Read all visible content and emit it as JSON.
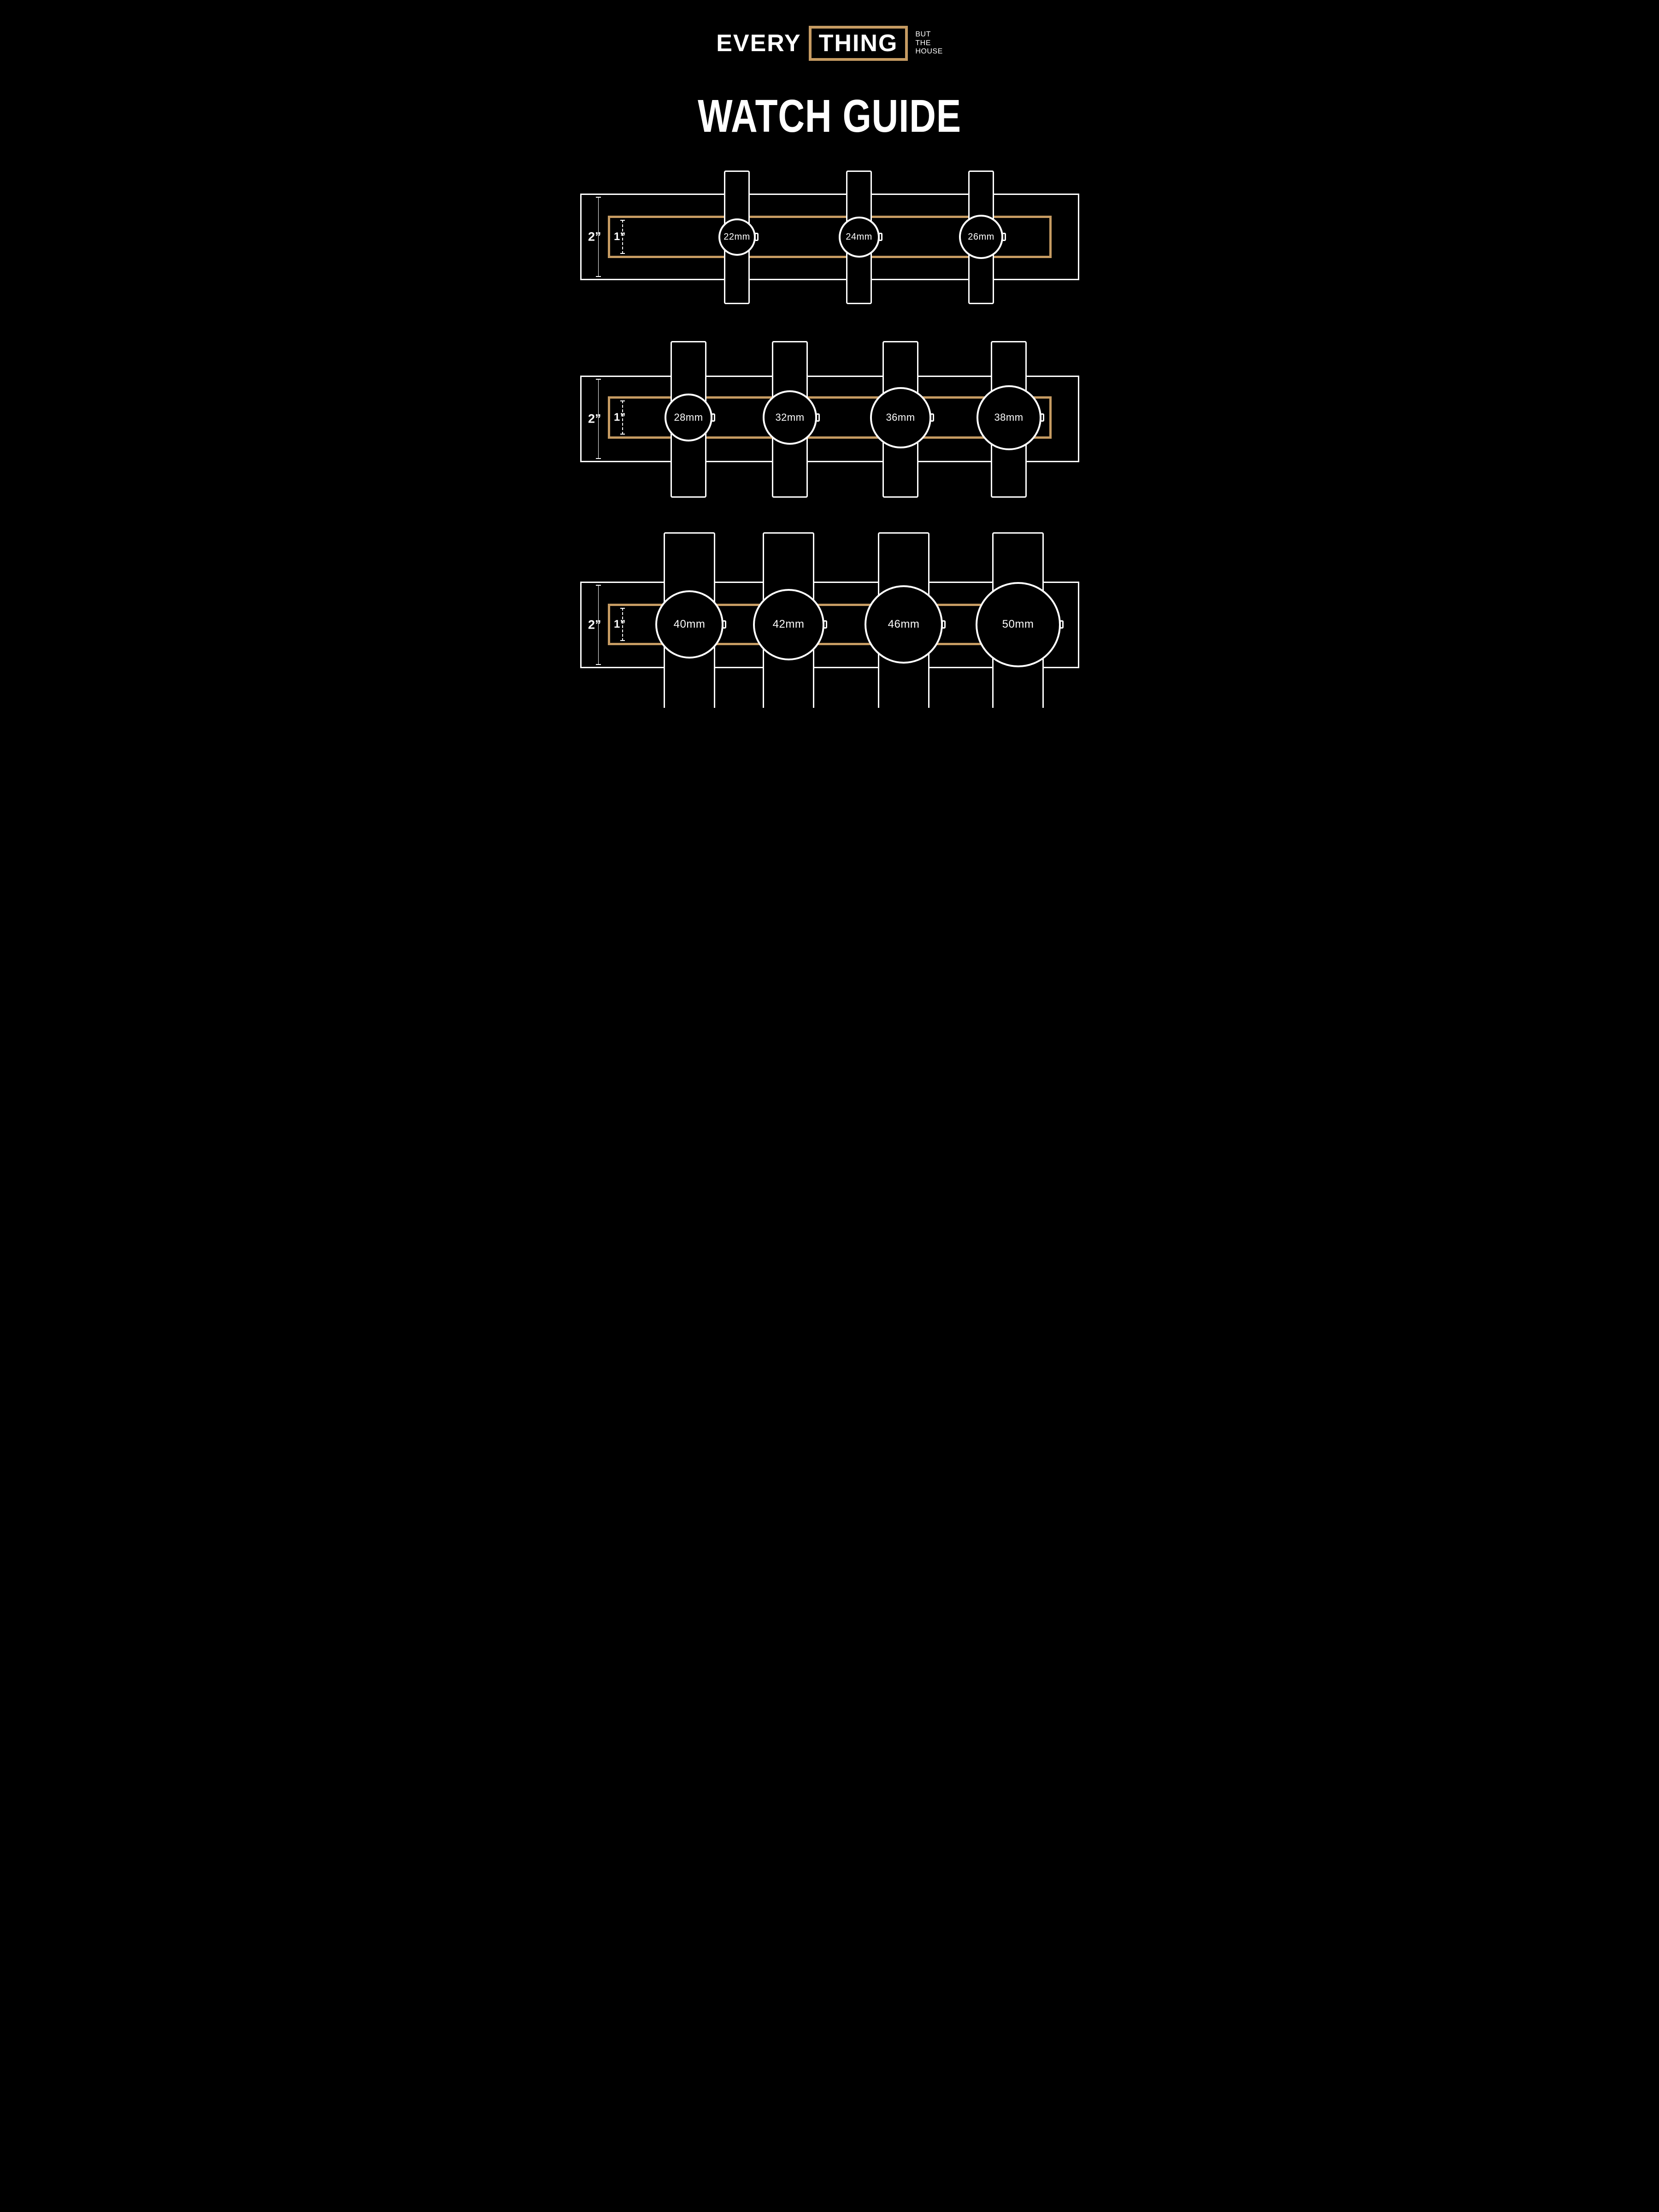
{
  "logo": {
    "every": "EVERY",
    "thing": "THING",
    "tagline_lines": [
      "BUT",
      "THE",
      "HOUSE"
    ]
  },
  "title": "WATCH GUIDE",
  "dimension_labels": {
    "outer": "2”",
    "inner": "1”"
  },
  "rows": [
    {
      "watches": [
        {
          "size_mm": 22,
          "label": "22mm"
        },
        {
          "size_mm": 24,
          "label": "24mm"
        },
        {
          "size_mm": 26,
          "label": "26mm"
        }
      ]
    },
    {
      "watches": [
        {
          "size_mm": 28,
          "label": "28mm"
        },
        {
          "size_mm": 32,
          "label": "32mm"
        },
        {
          "size_mm": 36,
          "label": "36mm"
        },
        {
          "size_mm": 38,
          "label": "38mm"
        }
      ]
    },
    {
      "watches": [
        {
          "size_mm": 40,
          "label": "40mm"
        },
        {
          "size_mm": 42,
          "label": "42mm"
        },
        {
          "size_mm": 46,
          "label": "46mm"
        },
        {
          "size_mm": 50,
          "label": "50mm"
        }
      ]
    }
  ],
  "colors": {
    "background": "#000000",
    "foreground": "#FFFFFF",
    "accent": "#C69B62"
  }
}
